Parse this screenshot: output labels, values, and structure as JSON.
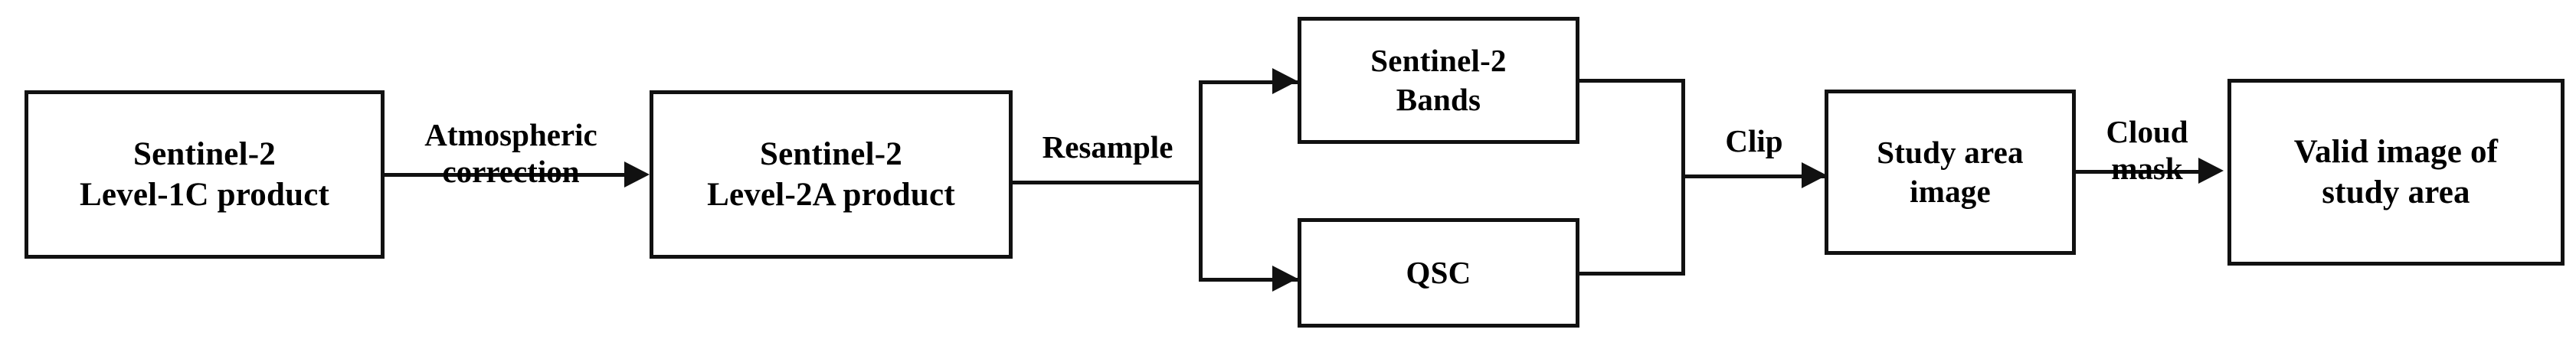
{
  "diagram": {
    "title": "Sentinel-2 image preprocessing workflow",
    "type": "flowchart",
    "orientation": "left-to-right",
    "line_color": "#111111",
    "background_color": "#ffffff",
    "text_color": "#000000"
  },
  "nodes": [
    {
      "id": "level1c",
      "name": "sentinel2-level-1c-product",
      "line1": "Sentinel-2",
      "line2": "Level-1C product"
    },
    {
      "id": "level2a",
      "name": "sentinel2-level-2a-product",
      "line1": "Sentinel-2",
      "line2": "Level-2A product"
    },
    {
      "id": "bands",
      "name": "sentinel2-bands",
      "line1": "Sentinel-2",
      "line2": "Bands"
    },
    {
      "id": "qsc",
      "name": "qsc",
      "line1": "QSC",
      "line2": ""
    },
    {
      "id": "study_area_image",
      "name": "study-area-image",
      "line1": "Study area",
      "line2": "image"
    },
    {
      "id": "valid_image",
      "name": "valid-image-of-study-area",
      "line1": "Valid image of",
      "line2": "study area"
    }
  ],
  "edges": [
    {
      "id": "e1",
      "from": "level1c",
      "to": "level2a",
      "line1": "Atmospheric",
      "line2": "correction"
    },
    {
      "id": "e2",
      "from": "level2a",
      "to": "bands,qsc",
      "line1": "Resample",
      "line2": ""
    },
    {
      "id": "e3",
      "from": "bands,qsc",
      "to": "study_area_image",
      "line1": "Clip",
      "line2": ""
    },
    {
      "id": "e4",
      "from": "study_area_image",
      "to": "valid_image",
      "line1": "Cloud",
      "line2": "mask"
    }
  ]
}
